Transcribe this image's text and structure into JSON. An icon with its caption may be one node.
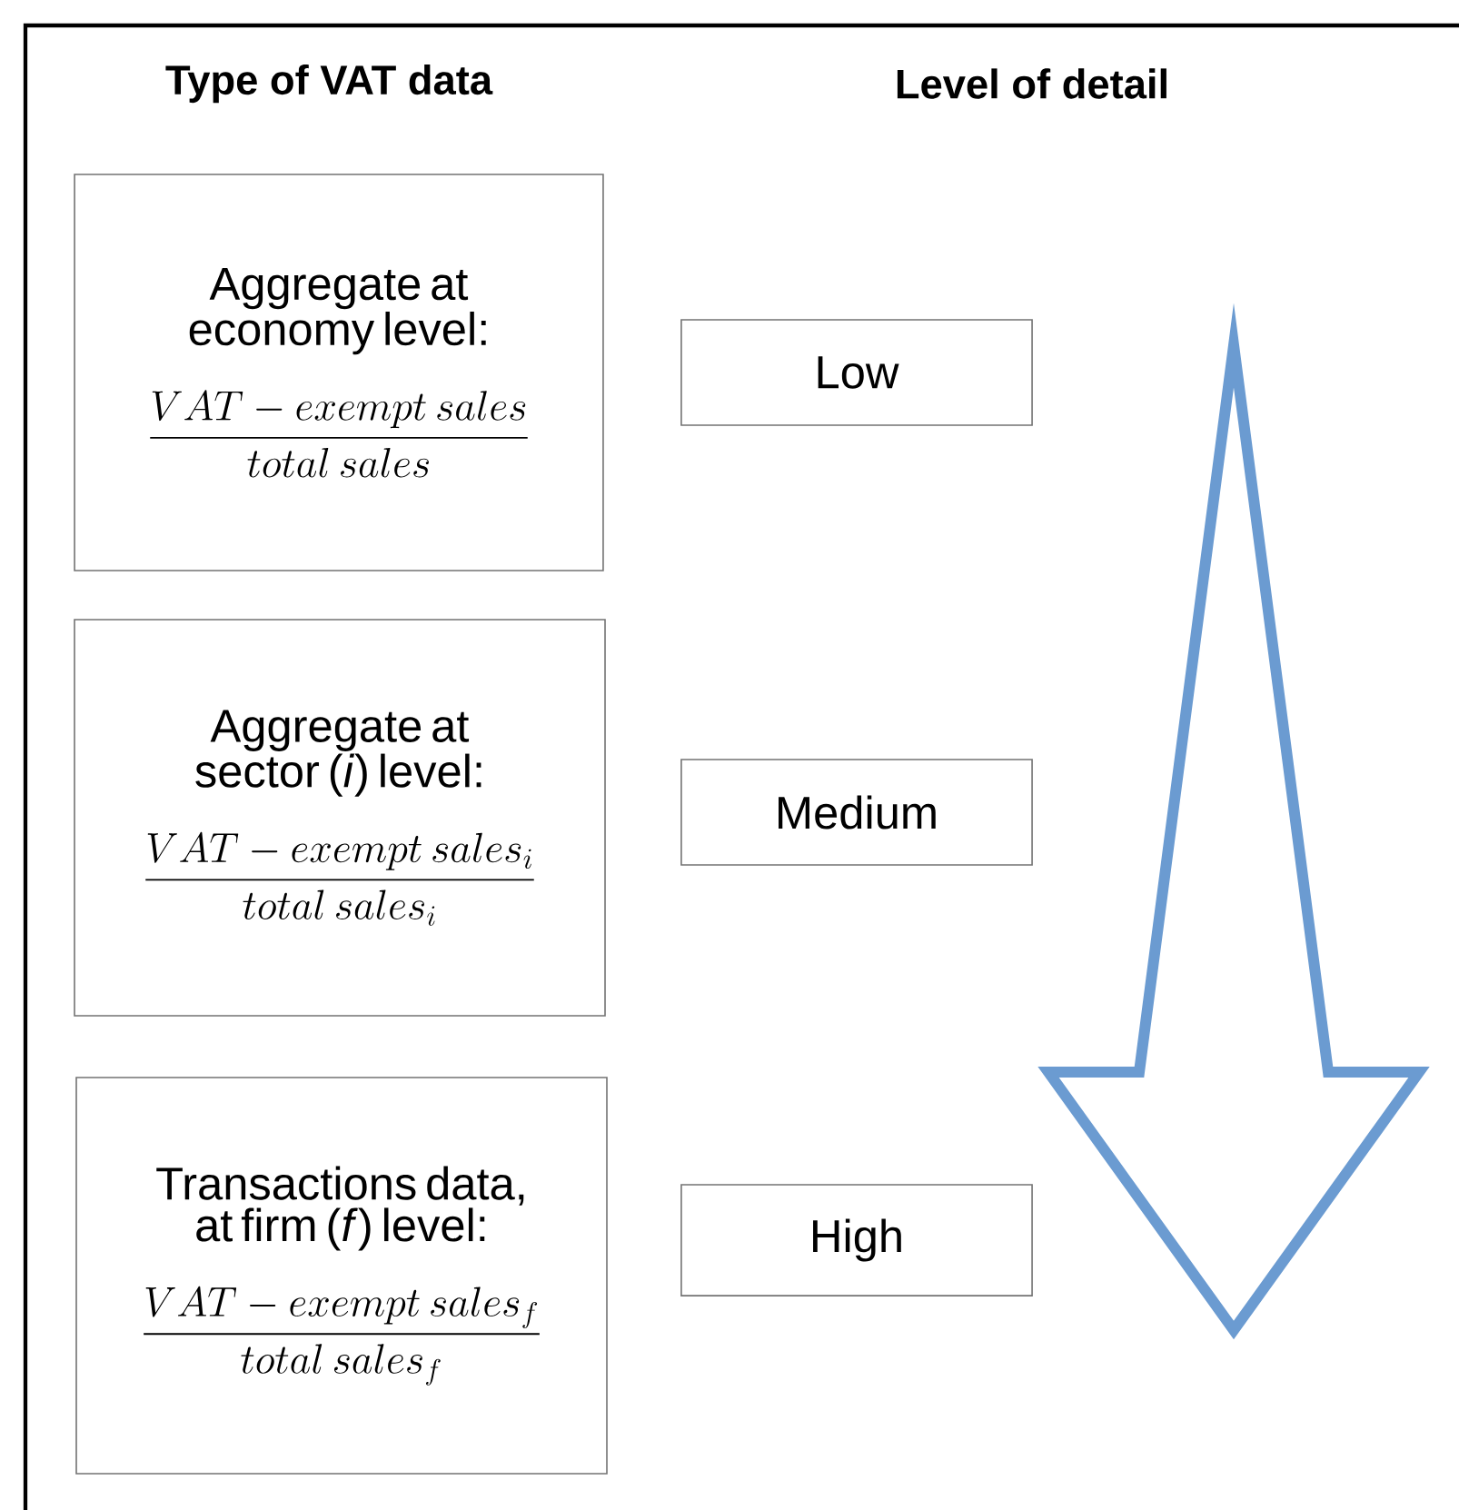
{
  "diagram": {
    "nodes": [
      {
        "text": [
          "Aggregate at economy level:",
          "\\frac{VAT-exempt\\ sales}{total\\ sales}"
        ]
      },
      {
        "text": [
          "Aggregate at sector (*i*) level:",
          "\\frac{VAT-exempt\\ sales_i}{total\\ sales_i}"
        ]
      },
      {
        "text": [
          "Transactions data, at firm (*f*) level:",
          "\\frac{VAT-exempt\\ sales_f}{total\\ sales_f}"
        ]
      },
      {
        "text": [
          "Low"
        ]
      },
      {
        "text": [
          "Medium"
        ]
      },
      {
        "text": [
          "High"
        ]
      }
    ],
    "labels": [
      "Type of VAT data",
      "Level of detail"
    ]
  }
}
